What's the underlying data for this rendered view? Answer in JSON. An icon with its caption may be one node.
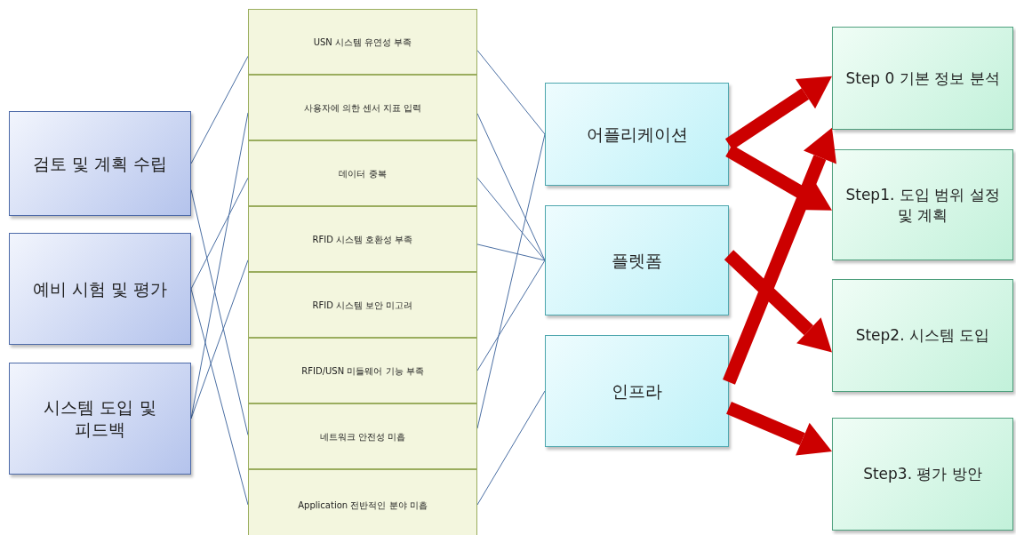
{
  "diagram": {
    "nodes": [
      {
        "text": [
          "검토 및 계획 수립"
        ]
      },
      {
        "text": [
          "예비 시험 및 평가"
        ]
      },
      {
        "text": [
          "시스템 도입 및 피드백"
        ]
      },
      {
        "text": [
          "USN 시스템 유연성 부족"
        ]
      },
      {
        "text": [
          "사용자에 의한 센서 지표 입력"
        ]
      },
      {
        "text": [
          "데이터 중복"
        ]
      },
      {
        "text": [
          "RFID 시스템 호환성 부족"
        ]
      },
      {
        "text": [
          "RFID 시스템 보안 미고려"
        ]
      },
      {
        "text": [
          "RFID/USN 미들웨어 기능 부족"
        ]
      },
      {
        "text": [
          "네트워크 안전성 미흡"
        ]
      },
      {
        "text": [
          "Application 전반적인 분야 미흡"
        ]
      },
      {
        "text": [
          "어플리케이션"
        ]
      },
      {
        "text": [
          "플렛폼"
        ]
      },
      {
        "text": [
          "인프라"
        ]
      },
      {
        "text": [
          "Step 0 기본 정보 분석"
        ]
      },
      {
        "text": [
          "Step1. 도입 범위 설정 및 계획"
        ]
      },
      {
        "text": [
          "Step2. 시스템 도입"
        ]
      },
      {
        "text": [
          "Step3. 평가 방안"
        ]
      }
    ],
    "edges": [
      {
        "from": 0,
        "to": 3,
        "arrow": "none"
      },
      {
        "from": 0,
        "to": 9,
        "arrow": "none"
      },
      {
        "from": 1,
        "to": 5,
        "arrow": "none"
      },
      {
        "from": 1,
        "to": 10,
        "arrow": "none"
      },
      {
        "from": 2,
        "to": 4,
        "arrow": "none"
      },
      {
        "from": 2,
        "to": 6,
        "arrow": "none"
      },
      {
        "from": 3,
        "to": 11,
        "arrow": "none"
      },
      {
        "from": 4,
        "to": 12,
        "arrow": "none"
      },
      {
        "from": 5,
        "to": 12,
        "arrow": "none"
      },
      {
        "from": 6,
        "to": 12,
        "arrow": "none"
      },
      {
        "from": 8,
        "to": 12,
        "arrow": "none"
      },
      {
        "from": 9,
        "to": 11,
        "arrow": "none"
      },
      {
        "from": 10,
        "to": 13,
        "arrow": "none"
      },
      {
        "from": 11,
        "to": 14,
        "arrow": "to",
        "style": "thick",
        "color": "#cc0000"
      },
      {
        "from": 11,
        "to": 15,
        "arrow": "to",
        "style": "thick",
        "color": "#cc0000"
      },
      {
        "from": 12,
        "to": 16,
        "arrow": "to",
        "style": "thick",
        "color": "#cc0000"
      },
      {
        "from": 13,
        "to": 14,
        "arrow": "to",
        "style": "thick",
        "color": "#cc0000"
      },
      {
        "from": 13,
        "to": 17,
        "arrow": "to",
        "style": "thick",
        "color": "#cc0000"
      }
    ]
  }
}
